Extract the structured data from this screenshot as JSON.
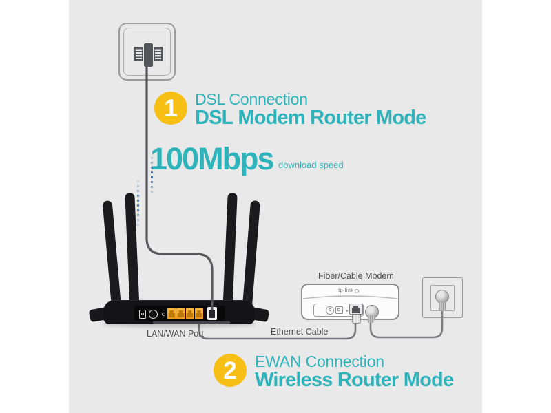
{
  "step1": {
    "number": "1",
    "title": "DSL Connection",
    "mode": "DSL Modem Router Mode",
    "speed": "100Mbps",
    "speed_caption": "download speed"
  },
  "step2": {
    "number": "2",
    "title": "EWAN Connection",
    "mode": "Wireless Router Mode"
  },
  "labels": {
    "lan_wan_port": "LAN/WAN Port",
    "ethernet_cable": "Ethernet Cable",
    "fiber_cable_modem": "Fiber/Cable Modem"
  },
  "modem": {
    "brand": "tp-link"
  },
  "colors": {
    "accent_teal": "#2fb3ba",
    "badge_yellow": "#f7be16",
    "dot_blue": "#3f7ec9",
    "label_gray": "#4c4c4c"
  }
}
